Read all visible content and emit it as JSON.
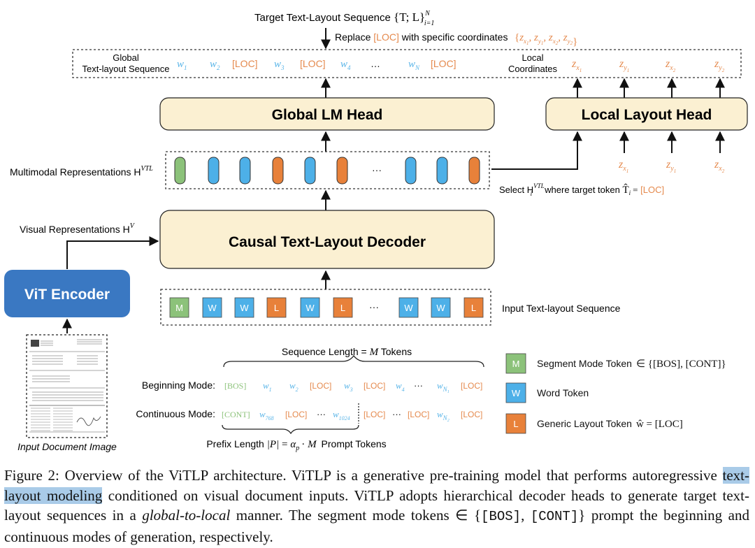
{
  "colors": {
    "word_blue": "#4db0e8",
    "loc_orange": "#e8813a",
    "mode_green": "#8cc27a",
    "head_fill": "#fbf0d2",
    "encoder_blue": "#3a78c2",
    "loc_text": "#e58a4e",
    "word_text": "#5ab5e8",
    "gray_text": "#9c9c9c"
  },
  "top": {
    "title_prefix": "Target Text-Layout Sequence",
    "title_set": "{T; L}",
    "title_sup": "N",
    "title_sub": "i=1",
    "replace_text_1": "Replace",
    "replace_loc": "[LOC]",
    "replace_text_2": "with specific coordinates",
    "replace_coords": "{z",
    "global_label_1": "Global",
    "global_label_2": "Text-layout Sequence",
    "local_label_1": "Local",
    "local_label_2": "Coordinates",
    "sequence": [
      {
        "t": "w",
        "s": "1"
      },
      {
        "t": "w",
        "s": "2"
      },
      {
        "t": "LOC",
        "s": "[LOC]"
      },
      {
        "t": "w",
        "s": "3"
      },
      {
        "t": "LOC",
        "s": "[LOC]"
      },
      {
        "t": "w",
        "s": "4"
      },
      {
        "t": "dots",
        "s": "…"
      },
      {
        "t": "w",
        "s": "N"
      },
      {
        "t": "LOC",
        "s": "[LOC]"
      }
    ],
    "coords": [
      "x1",
      "y1",
      "x2",
      "y2"
    ]
  },
  "heads": {
    "global": "Global LM Head",
    "local": "Local Layout Head"
  },
  "multimodal": {
    "label": "Multimodal Representations H",
    "label_sup": "VTL",
    "pill_colors": [
      "green",
      "blue",
      "blue",
      "orange",
      "blue",
      "orange",
      "dots",
      "blue",
      "blue",
      "orange"
    ],
    "select_1": "Select H",
    "select_sub": "i",
    "select_sup": "VTL",
    "select_2": "where target token",
    "select_T": "T̂",
    "select_eq": "=",
    "select_loc": "[LOC]",
    "local_inputs": [
      "x1",
      "y1",
      "x2"
    ]
  },
  "decoder": {
    "label": "Causal Text-Layout Decoder",
    "visual_label": "Visual Representations H",
    "visual_sup": "V"
  },
  "encoder": {
    "label": "ViT Encoder",
    "doc_caption": "Input Document Image"
  },
  "input_seq": {
    "tokens": [
      "M",
      "W",
      "W",
      "L",
      "W",
      "L",
      "…",
      "W",
      "W",
      "L"
    ],
    "label": "Input Text-layout Sequence"
  },
  "modes": {
    "seq_length_1": "Sequence Length =",
    "seq_length_M": "M",
    "seq_length_2": "Tokens",
    "beginning_label": "Beginning Mode:",
    "continuous_label": "Continuous Mode:",
    "beginning": [
      {
        "t": "seg",
        "s": "[BOS]"
      },
      {
        "t": "w",
        "s": "1"
      },
      {
        "t": "w",
        "s": "2"
      },
      {
        "t": "LOC",
        "s": "[LOC]"
      },
      {
        "t": "w",
        "s": "3"
      },
      {
        "t": "LOC",
        "s": "[LOC]"
      },
      {
        "t": "w",
        "s": "4"
      },
      {
        "t": "dots",
        "s": "···"
      },
      {
        "t": "w",
        "s": "N1"
      },
      {
        "t": "LOC",
        "s": "[LOC]"
      }
    ],
    "continuous": [
      {
        "t": "seg",
        "s": "[CONT]"
      },
      {
        "t": "w",
        "s": "768"
      },
      {
        "t": "LOC",
        "s": "[LOC]"
      },
      {
        "t": "dots",
        "s": "···"
      },
      {
        "t": "w",
        "s": "1024"
      },
      {
        "t": "LOC",
        "s": "[LOC]"
      },
      {
        "t": "dots",
        "s": "···"
      },
      {
        "t": "LOC",
        "s": "[LOC]"
      },
      {
        "t": "w",
        "s": "N2"
      },
      {
        "t": "LOC",
        "s": "[LOC]"
      }
    ],
    "prefix_1": "Prefix Length",
    "prefix_P": "|P|",
    "prefix_eq": "=",
    "prefix_alpha": "α",
    "prefix_alpha_sub": "p",
    "prefix_dot": "·",
    "prefix_M": "M",
    "prefix_2": "Prompt Tokens"
  },
  "legend": [
    {
      "key": "M",
      "color": "green",
      "label": "Segment Mode Token",
      "math": "∈ {[BOS], [CONT]}"
    },
    {
      "key": "W",
      "color": "blue",
      "label": "Word Token",
      "math": ""
    },
    {
      "key": "L",
      "color": "orange",
      "label": "Generic Layout Token",
      "math": "ŵ = [LOC]"
    }
  ],
  "caption": {
    "p1": "Figure 2: Overview of the ViTLP architecture.  ViTLP is a generative pre-training model that performs autoregressive",
    "hl": "text-layout modeling",
    "p2": " conditioned on visual document inputs.  ViTLP adopts hierarchical decoder heads to generate target text-layout sequences in a ",
    "em": "global-to-local",
    "p3": " manner. The segment mode tokens ∈ {",
    "m1": "[BOS]",
    "comma": ", ",
    "m2": "[CONT]",
    "p4": "} prompt the beginning and continuous modes of generation, respectively."
  }
}
